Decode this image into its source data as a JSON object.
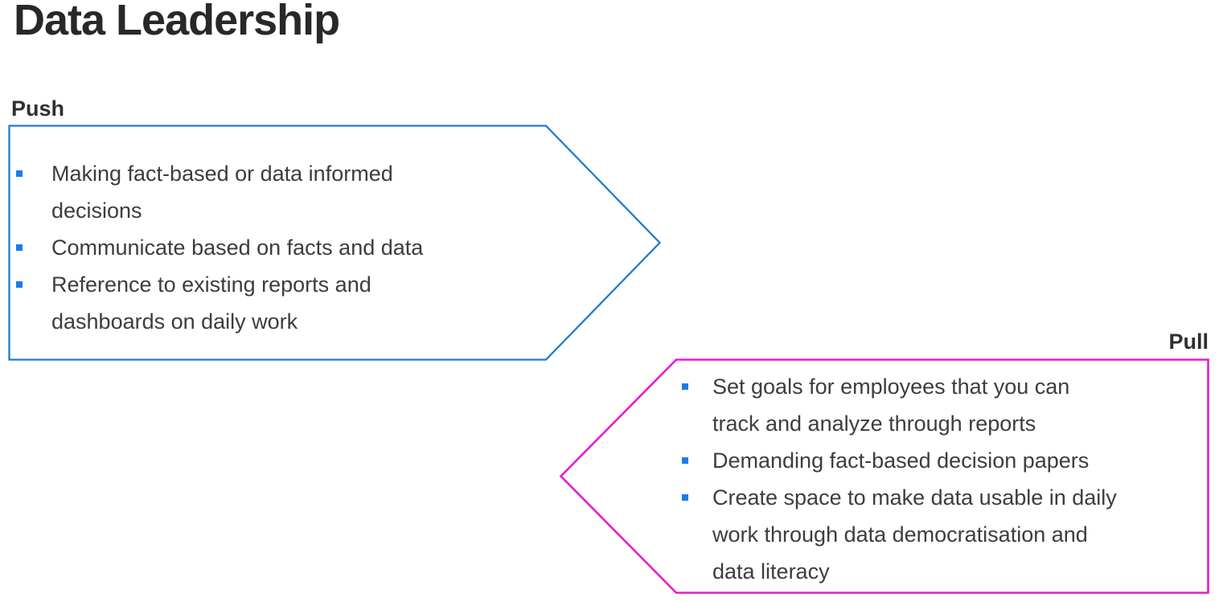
{
  "page": {
    "title": "Data Leadership"
  },
  "colors": {
    "push_border": "#1E7BD2",
    "pull_border": "#E51BD3",
    "bullet": "#1B7DE8",
    "body_text": "#3D3D3D",
    "heading_text": "#282828"
  },
  "push": {
    "label": "Push",
    "items": [
      "Making fact-based or data informed\ndecisions",
      "Communicate based on facts and data",
      "Reference to existing reports and\ndashboards on daily work"
    ]
  },
  "pull": {
    "label": "Pull",
    "items": [
      "Set goals for employees that you can\ntrack and analyze through reports",
      "Demanding fact-based decision papers",
      "Create space to make data usable in daily\nwork through data democratisation and\ndata literacy"
    ]
  }
}
